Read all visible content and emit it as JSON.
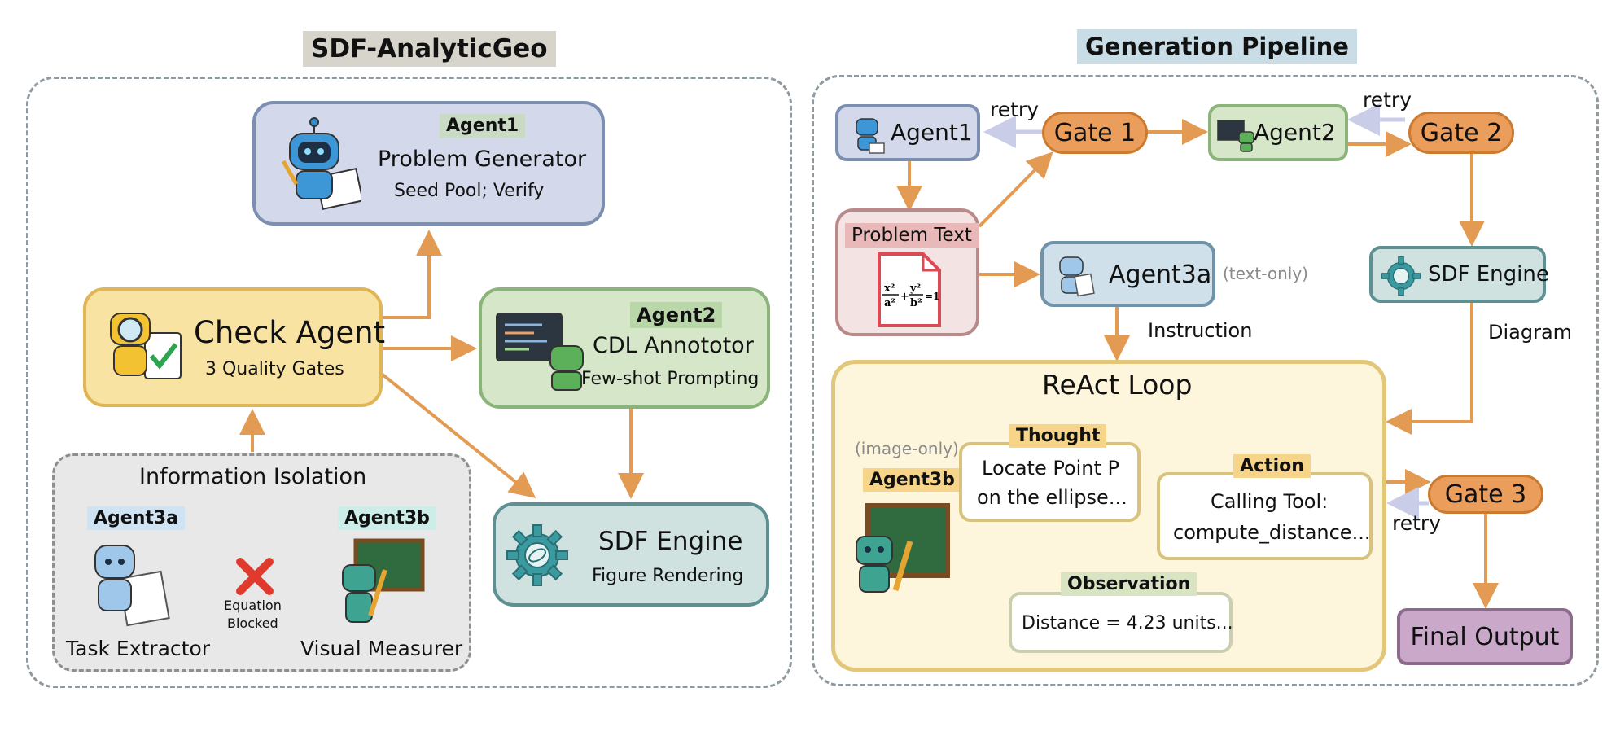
{
  "left_panel": {
    "title": "SDF-AnalyticGeo",
    "agent1": {
      "tag": "Agent1",
      "title": "Problem Generator",
      "subtitle": "Seed Pool; Verify"
    },
    "check_agent": {
      "title": "Check Agent",
      "subtitle": "3 Quality Gates"
    },
    "agent2": {
      "tag": "Agent2",
      "title": "CDL Annototor",
      "subtitle": "Few-shot Prompting"
    },
    "sdf_engine": {
      "title": "SDF Engine",
      "subtitle": "Figure Rendering"
    },
    "isolation": {
      "title": "Information Isolation",
      "agent3a_tag": "Agent3a",
      "agent3a_label": "Task Extractor",
      "agent3b_tag": "Agent3b",
      "agent3b_label": "Visual Measurer",
      "blocked_line1": "Equation",
      "blocked_line2": "Blocked"
    }
  },
  "right_panel": {
    "title": "Generation Pipeline",
    "agent1": "Agent1",
    "gate1": "Gate 1",
    "agent2": "Agent2",
    "gate2": "Gate 2",
    "retry1": "retry",
    "retry2": "retry",
    "retry3": "retry",
    "problem_text": "Problem Text",
    "agent3a": "Agent3a",
    "text_only": "(text-only)",
    "sdf_engine": "SDF Engine",
    "instruction": "Instruction",
    "diagram": "Diagram",
    "react_loop": {
      "title": "ReAct Loop",
      "image_only": "(image-only)",
      "agent3b_tag": "Agent3b",
      "thought_tag": "Thought",
      "thought_line1": "Locate Point P",
      "thought_line2": "on the ellipse...",
      "action_tag": "Action",
      "action_line1": "Calling Tool:",
      "action_line2": "compute_distance...",
      "observation_tag": "Observation",
      "observation_text": "Distance = 4.23 units..."
    },
    "gate3": "Gate 3",
    "final_output": "Final Output"
  },
  "colors": {
    "arrow": "#e39a53",
    "gate": "#eb9d5c",
    "agent1_fill": "#d3d8ea",
    "check_fill": "#f9e3a3",
    "agent2_fill": "#d6e6c8",
    "sdf_fill": "#cfe2e0",
    "isolation_fill": "#e8e8e8",
    "react_fill": "#fdf6dd",
    "final_fill": "#c9a8c9",
    "problem_fill": "#f4e3e3",
    "retry_arrow": "#c9cde8"
  }
}
